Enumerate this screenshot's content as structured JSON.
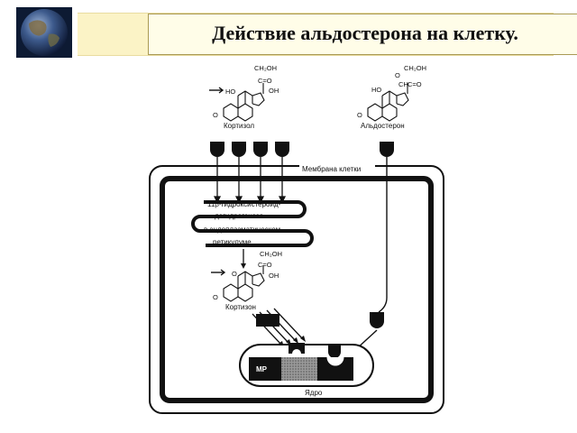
{
  "header": {
    "title": "Действие альдостерона на клетку."
  },
  "labels": {
    "cortisol": "Кортизол",
    "aldosterone": "Альдостерон",
    "membrane": "Мембрана клетки",
    "enzyme_line1": "11β-гидроксистероид-",
    "enzyme_line2": "дегидрогеназа",
    "enzyme_line3": "в эндоплазматическом",
    "enzyme_line4": "ретикулуме",
    "cortisone": "Кортизон",
    "mr": "МР",
    "nucleus": "Ядро"
  },
  "chem": {
    "ch2oh": "CH₂OH",
    "co": "C=O",
    "oh": "OH",
    "ho": "HO",
    "o": "O",
    "ch": "CH",
    "c": "C"
  }
}
